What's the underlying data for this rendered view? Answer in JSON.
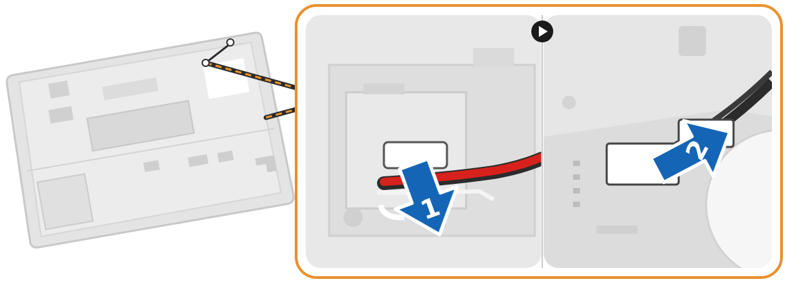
{
  "steps": [
    {
      "number": "1",
      "label": "1"
    },
    {
      "number": "2",
      "label": "2"
    }
  ],
  "icons": {
    "next": "play-arrow-icon",
    "step_arrow": "arrow-icon"
  },
  "colors": {
    "frame_border": "#e8922f",
    "arrow_fill": "#1565b6",
    "cable_red": "#d8211c",
    "cable_orange": "#e8922f",
    "board_gray": "#dcdcdc",
    "frame_bg": "#e6e6e6"
  }
}
